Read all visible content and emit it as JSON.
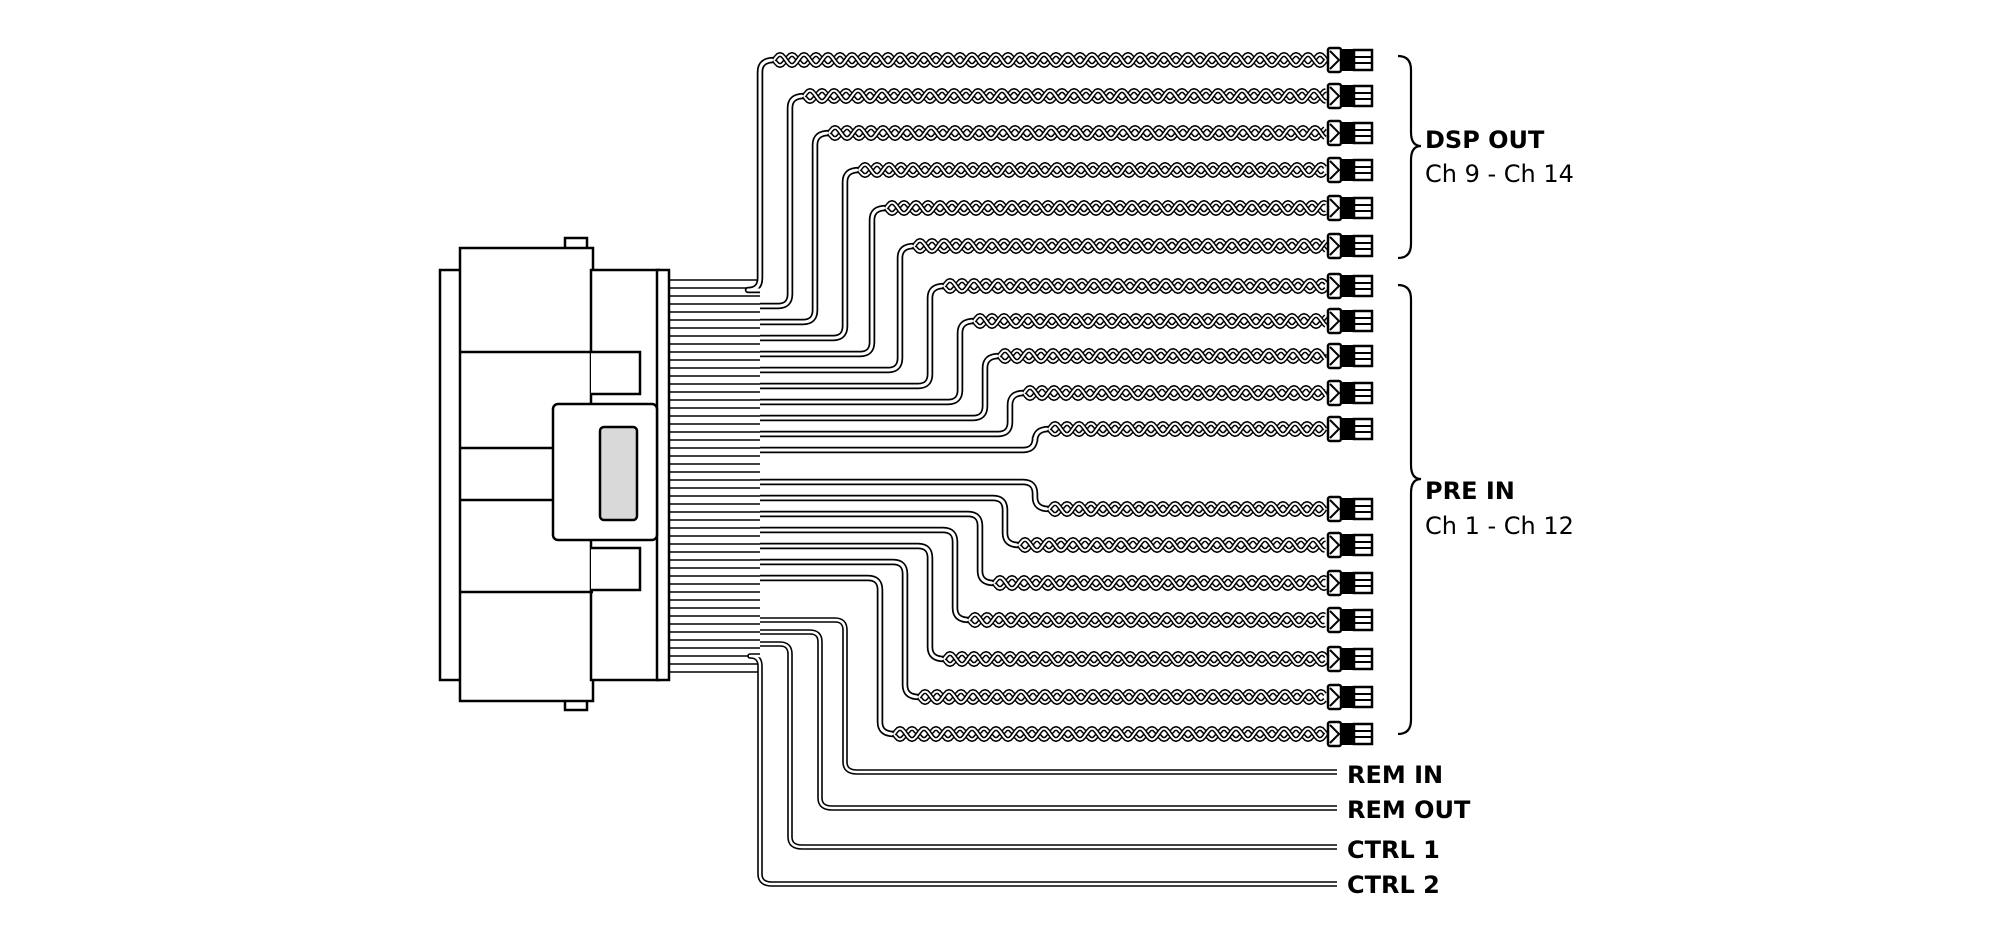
{
  "groups": {
    "dsp_out": {
      "title": "DSP OUT",
      "subtitle": "Ch 9 - Ch 14",
      "channels": 6
    },
    "pre_in": {
      "title": "PRE IN",
      "subtitle": "Ch 1 - Ch 12",
      "channels": 12
    }
  },
  "single_wires": {
    "rem_in": "REM IN",
    "rem_out": "REM OUT",
    "ctrl_1": "CTRL 1",
    "ctrl_2": "CTRL 2"
  },
  "colors": {
    "line": "#000000",
    "background": "#ffffff",
    "latch_fill": "#d9d9d9"
  }
}
